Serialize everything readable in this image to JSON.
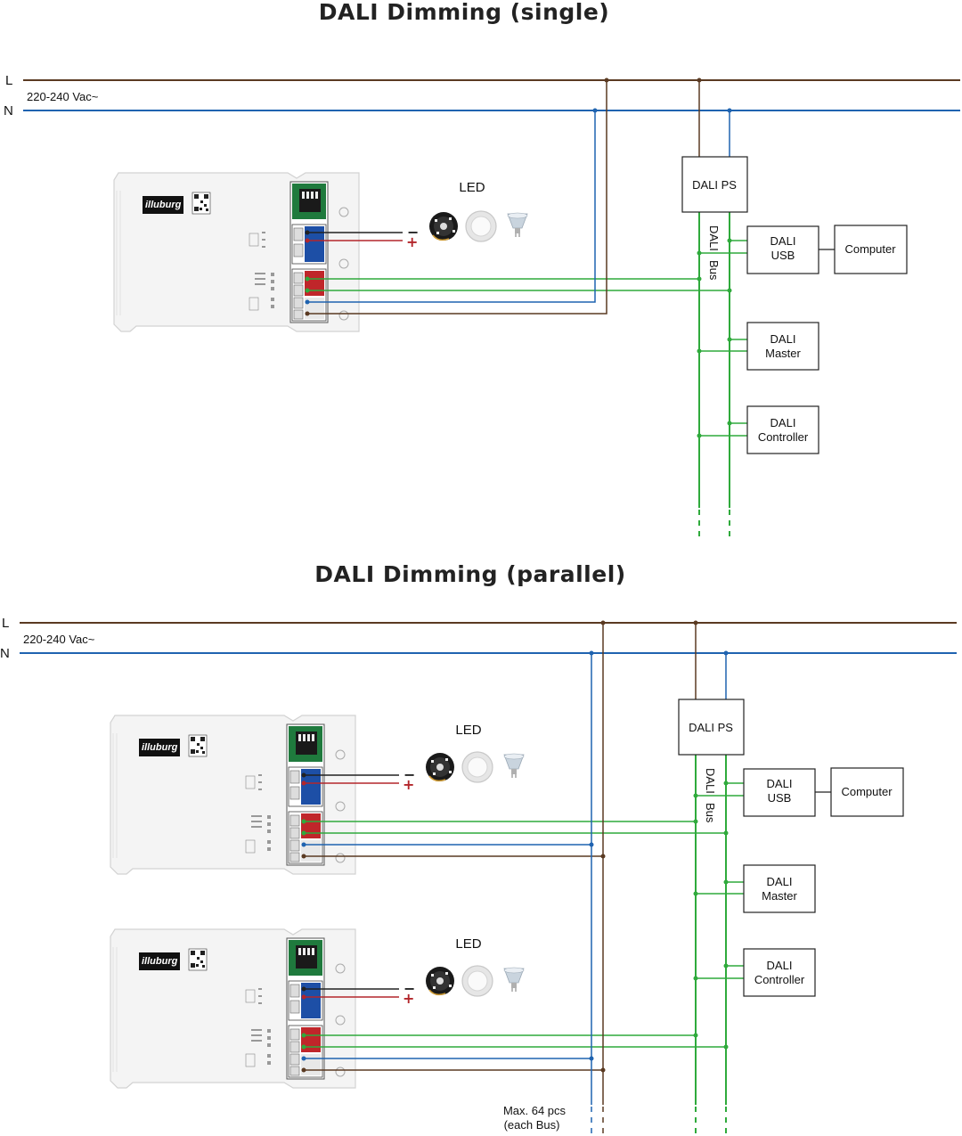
{
  "section_single": {
    "title": "DALI Dimming (single)",
    "label_L": "L",
    "label_N": "N",
    "voltage": "220-240 Vac~",
    "led_label": "LED",
    "dali_ps": "DALI PS",
    "bus_label_1": "DALI",
    "bus_label_2": "Bus",
    "dali_usb_1": "DALI",
    "dali_usb_2": "USB",
    "computer": "Computer",
    "dali_master_1": "DALI",
    "dali_master_2": "Master",
    "dali_controller_1": "DALI",
    "dali_controller_2": "Controller"
  },
  "section_parallel": {
    "title": "DALI Dimming (parallel)",
    "label_L": "L",
    "label_N": "N",
    "voltage": "220-240 Vac~",
    "led_label_1": "LED",
    "led_label_2": "LED",
    "dali_ps": "DALI PS",
    "bus_label_1": "DALI",
    "bus_label_2": "Bus",
    "dali_usb_1": "DALI",
    "dali_usb_2": "USB",
    "computer": "Computer",
    "dali_master_1": "DALI",
    "dali_master_2": "Master",
    "dali_controller_1": "DALI",
    "dali_controller_2": "Controller",
    "max_note_1": "Max. 64 pcs",
    "max_note_2": "(each Bus)"
  },
  "driver": {
    "brand": "illuburg",
    "minus": "−",
    "plus": "+"
  },
  "colors": {
    "live": "#5a3a22",
    "neutral": "#1f63b0",
    "bus": "#2faa3c",
    "output_neg": "#222222",
    "output_pos": "#b3262b"
  }
}
